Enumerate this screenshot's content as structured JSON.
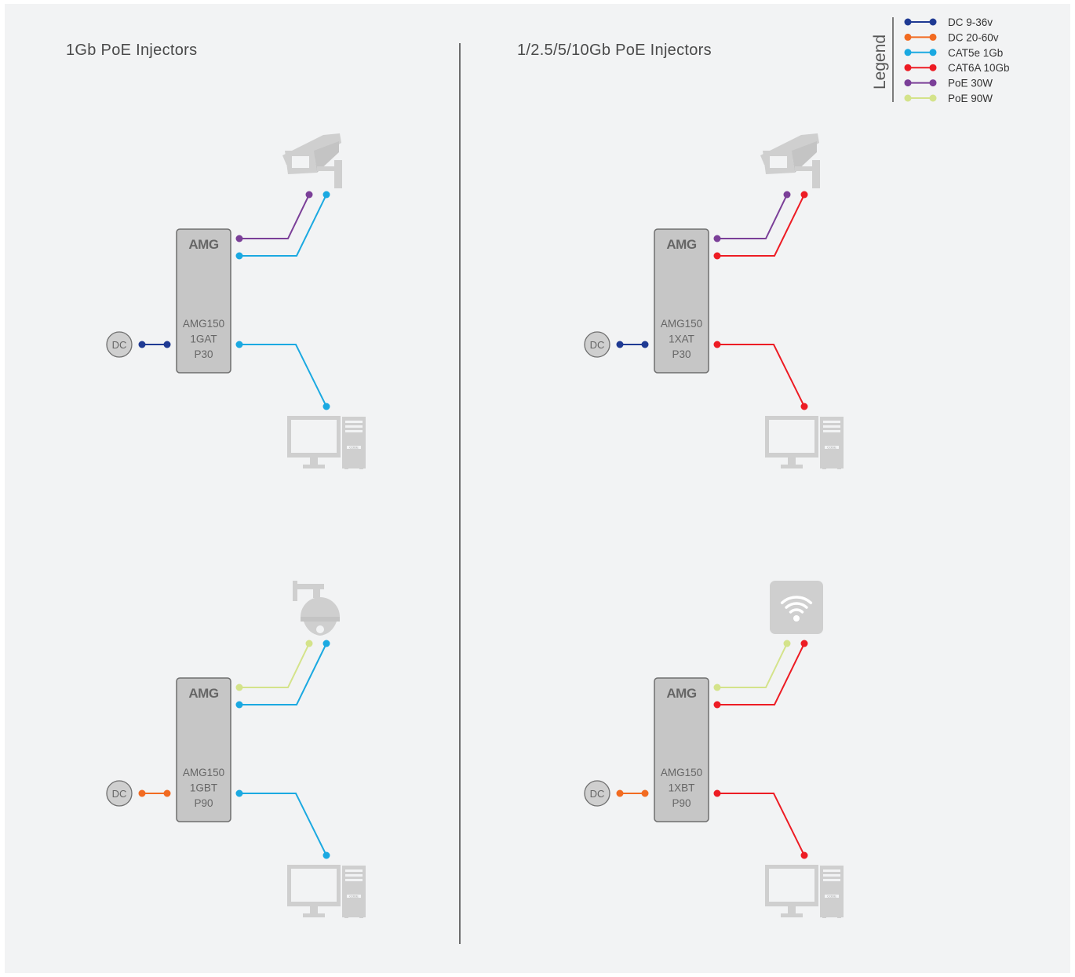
{
  "titles": {
    "left": "1Gb PoE Injectors",
    "right": "1/2.5/5/10Gb PoE Injectors"
  },
  "legend": {
    "title": "Legend",
    "items": [
      {
        "label": "DC 9-36v",
        "color": "#1f3a93"
      },
      {
        "label": "DC 20-60v",
        "color": "#f26b21"
      },
      {
        "label": "CAT5e 1Gb",
        "color": "#1ba9e1"
      },
      {
        "label": "CAT6A 10Gb",
        "color": "#ed1c24"
      },
      {
        "label": "PoE 30W",
        "color": "#7b3f98"
      },
      {
        "label": "PoE 90W",
        "color": "#d4e38a"
      }
    ]
  },
  "injectors": [
    {
      "brand": "AMG",
      "model_lines": [
        "AMG150",
        "1GAT",
        "P30"
      ],
      "dc_label": "DC",
      "dc_color": "#1f3a93",
      "top_colors": [
        "#7b3f98",
        "#1ba9e1"
      ],
      "bottom_color": "#1ba9e1",
      "device_icon": "bullet-camera-icon"
    },
    {
      "brand": "AMG",
      "model_lines": [
        "AMG150",
        "1XAT",
        "P30"
      ],
      "dc_label": "DC",
      "dc_color": "#1f3a93",
      "top_colors": [
        "#7b3f98",
        "#ed1c24"
      ],
      "bottom_color": "#ed1c24",
      "device_icon": "bullet-camera-icon"
    },
    {
      "brand": "AMG",
      "model_lines": [
        "AMG150",
        "1GBT",
        "P90"
      ],
      "dc_label": "DC",
      "dc_color": "#f26b21",
      "top_colors": [
        "#d4e38a",
        "#1ba9e1"
      ],
      "bottom_color": "#1ba9e1",
      "device_icon": "dome-camera-icon"
    },
    {
      "brand": "AMG",
      "model_lines": [
        "AMG150",
        "1XBT",
        "P90"
      ],
      "dc_label": "DC",
      "dc_color": "#f26b21",
      "top_colors": [
        "#d4e38a",
        "#ed1c24"
      ],
      "bottom_color": "#ed1c24",
      "device_icon": "wifi-access-point-icon"
    }
  ],
  "computer_badge": "CODE"
}
